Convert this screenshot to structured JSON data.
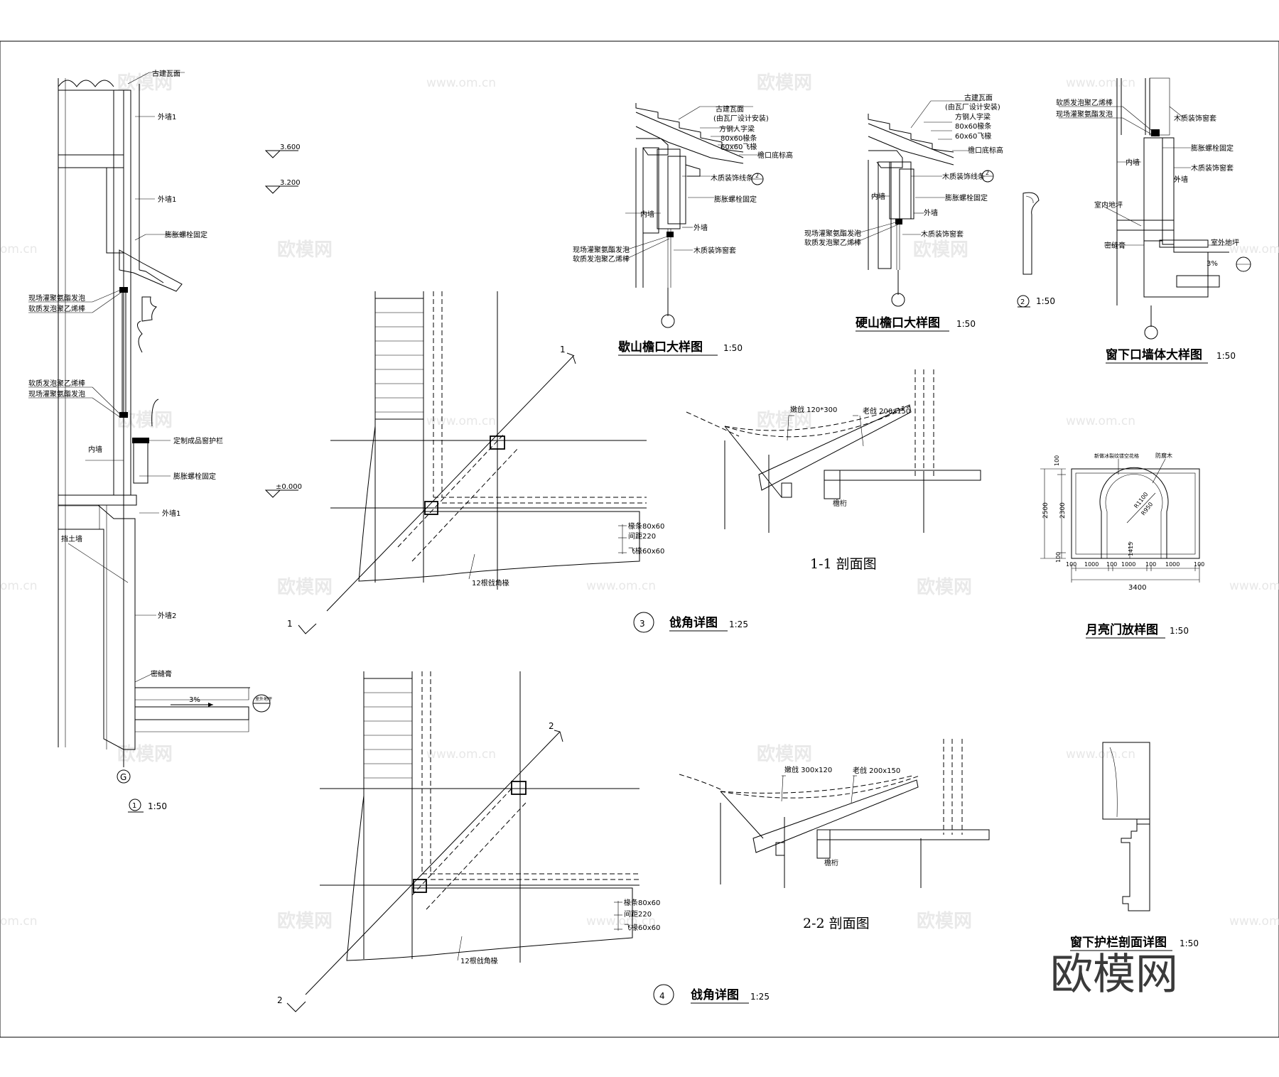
{
  "drawings": {
    "wall_section": {
      "scale": "1:50",
      "circle_num": "1",
      "axis": "G",
      "labels": [
        "古建瓦面",
        "外墙1",
        "外墙1",
        "膨胀螺栓固定",
        "现场灌聚氨酯发泡",
        "软质发泡聚乙烯棒",
        "软质发泡聚乙烯棒",
        "现场灌聚氨酯发泡",
        "定制成品窗护栏",
        "内墙",
        "膨胀螺栓固定",
        "外墙1",
        "挡土墙",
        "外墙2",
        "密缝膏",
        "3%",
        "室外地坪"
      ],
      "levels": [
        "3.600",
        "3.200",
        "±0.000"
      ]
    },
    "xieshan": {
      "title": "歇山檐口大样图",
      "scale": "1:50",
      "labels": [
        "古建瓦面",
        "(由瓦厂设计安装)",
        "方钢人字梁",
        "80x60椽条",
        "60x60飞椽",
        "檐口底标高",
        "木质装饰线条",
        "膨胀螺栓固定",
        "内墙",
        "外墙",
        "现场灌聚氨酯发泡",
        "软质发泡聚乙烯棒",
        "木质装饰窗套"
      ],
      "ref": "2"
    },
    "yingshan": {
      "title": "硬山檐口大样图",
      "scale": "1:50",
      "labels": [
        "古建瓦面",
        "(由瓦厂设计安装)",
        "方钢人字梁",
        "80x60椽条",
        "60x60飞椽",
        "檐口底标高",
        "木质装饰线条",
        "膨胀螺栓固定",
        "内墙",
        "外墙",
        "现场灌聚氨酯发泡",
        "软质发泡聚乙烯棒",
        "木质装饰窗套"
      ],
      "ref": "2"
    },
    "detail2": {
      "num": "2",
      "scale": "1:50"
    },
    "window_wall": {
      "title": "窗下口墙体大样图",
      "scale": "1:50",
      "labels": [
        "软质发泡聚乙烯棒",
        "现场灌聚氨酯发泡",
        "木质装饰窗套",
        "膨胀螺栓固定",
        "木质装饰窗套",
        "内墙",
        "外墙",
        "室内地坪",
        "密缝膏",
        "室外地坪",
        "3%"
      ]
    },
    "corner3": {
      "num": "3",
      "title": "戗角详图",
      "scale": "1:25",
      "cut_mark": "1",
      "labels": [
        "椽条80x60",
        "间距220",
        "飞椽60x60",
        "12根戗角椽"
      ]
    },
    "corner4": {
      "num": "4",
      "title": "戗角详图",
      "scale": "1:25",
      "cut_mark": "2",
      "labels": [
        "椽条80x60",
        "间距220",
        "飞椽60x60",
        "12根戗角椽"
      ]
    },
    "section11": {
      "title": "1-1 剖面图",
      "labels": [
        "嫩戗 120*300",
        "老戗 200x150",
        "檐桁"
      ]
    },
    "section22": {
      "title": "2-2 剖面图",
      "labels": [
        "嫩戗 300x120",
        "老戗 200x150",
        "檐桁"
      ]
    },
    "moon_door": {
      "title": "月亮门放样图",
      "scale": "1:50",
      "labels": [
        "新做冰裂纹镂空花格",
        "防腐木",
        "R1100",
        "R950",
        "1415"
      ],
      "dims_h": [
        "100",
        "1000",
        "100",
        "1000",
        "100",
        "1000",
        "100"
      ],
      "total_w": "3400",
      "dims_v": [
        "100",
        "2500",
        "2300",
        "100"
      ]
    },
    "guard_section": {
      "title": "窗下护栏剖面详图",
      "scale": "1:50"
    }
  },
  "watermark": {
    "brand": "欧模网",
    "url": "www.om.cn",
    "side": "om.cn"
  },
  "logo": "欧模网"
}
